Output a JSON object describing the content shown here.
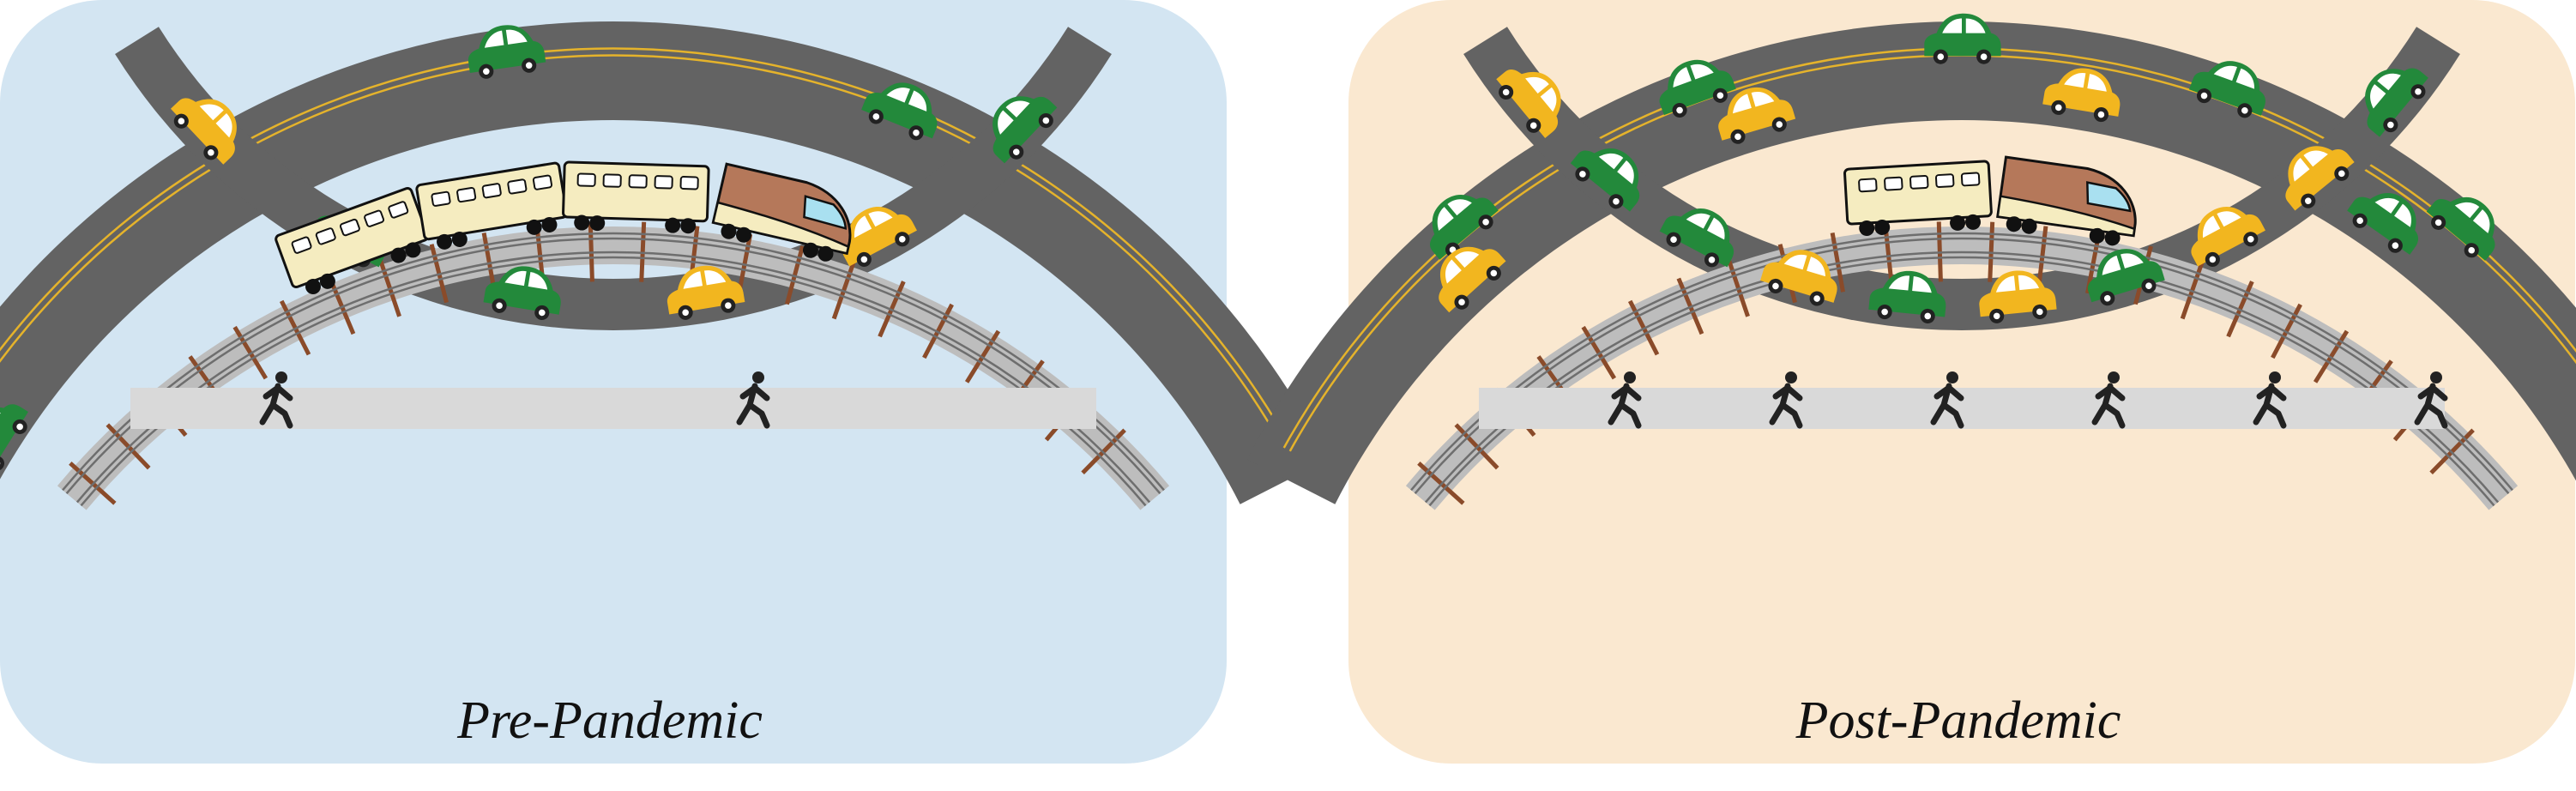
{
  "panels": [
    {
      "title": "Pre-Pandemic",
      "background": "#d3e5f2",
      "upper_road_cars": [
        "green",
        "green",
        "green"
      ],
      "lower_road_cars": [
        "yellow",
        "green",
        "green",
        "yellow",
        "yellow",
        "green"
      ],
      "train_passenger_cars": 3,
      "pedestrians": 2
    },
    {
      "title": "Post-Pandemic",
      "background": "#fae8d0",
      "upper_road_cars": [
        "green",
        "yellow",
        "green",
        "yellow",
        "green",
        "yellow",
        "green",
        "green",
        "green"
      ],
      "lower_road_cars": [
        "yellow",
        "green",
        "green",
        "yellow",
        "green",
        "yellow",
        "green",
        "yellow",
        "yellow",
        "green"
      ],
      "train_passenger_cars": 1,
      "pedestrians": 6
    }
  ],
  "colors": {
    "road": "#636363",
    "road_line": "#e5b32b",
    "track_bed": "#bdbdbd",
    "rail": "#6e6e6e",
    "tie": "#8a4b2a",
    "walkway": "#d9d9d9",
    "car_green": "#23893b",
    "car_yellow": "#f2b61f",
    "train_body": "#f5ecc0",
    "locomotive": "#b5785a",
    "pedestrian": "#222222"
  },
  "icons": [
    "car-icon",
    "train-icon",
    "pedestrian-icon"
  ]
}
